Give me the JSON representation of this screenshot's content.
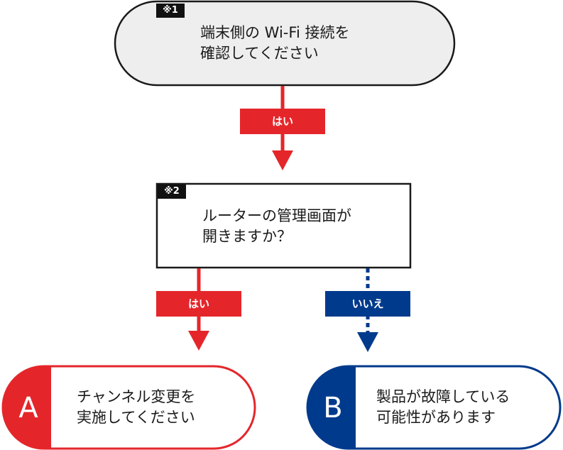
{
  "colors": {
    "yes": "#e4262b",
    "no": "#003a8c",
    "node_fill": "#eeeeee",
    "stroke": "#1a1a1a"
  },
  "start": {
    "note": "※1",
    "line1": "端末側の Wi-Fi 接続を",
    "line2": "確認してください"
  },
  "router_check": {
    "note": "※2",
    "line1": "ルーターの管理画面が",
    "line2": "開きますか？"
  },
  "edges": {
    "start_to_router": "はい",
    "router_yes": "はい",
    "router_no": "いいえ"
  },
  "result_a": {
    "letter": "A",
    "line1": "チャンネル変更を",
    "line2": "実施してください"
  },
  "result_b": {
    "letter": "B",
    "line1": "製品が故障している",
    "line2": "可能性があります"
  }
}
